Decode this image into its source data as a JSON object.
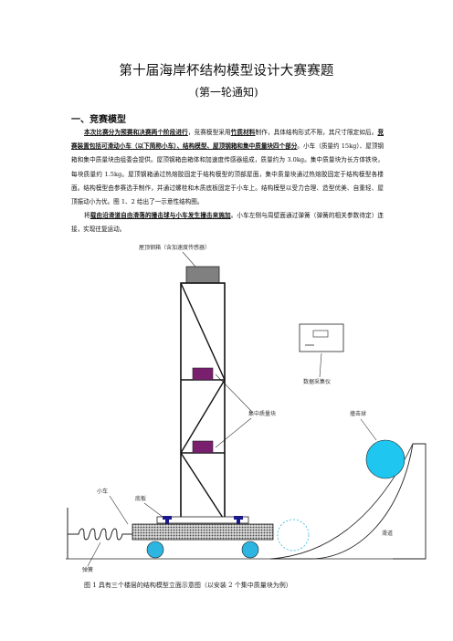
{
  "doc": {
    "title": "第十届海岸杯结构模型设计大赛赛题",
    "subtitle": "(第一轮通知)",
    "section1": "一、竞赛模型",
    "p1": {
      "s1": "本次比赛分为预赛和决赛两个阶段进行",
      "s2": "，竞赛模型采用",
      "s3": "竹质材料",
      "s4": "制作，具体结构形式不限，其尺寸限定如后。",
      "s5": "竞赛装置包括可滑动小车（以下简称小车）、结构模型、屋顶钢箱和集中质量块四个部分",
      "s6": "。小车（质量约 15kg）、屋顶钢箱和集中质量块由组委会提供。屋顶钢箱由箱体和加速度传感器组成，质量约为 3.0kg。集中质量块为长方体铁块，每块质量约 1.5kg。屋顶钢箱通过热熔胶固定于结构模型的顶部屋面，集中质量块通过热熔胶固定于结构模型各楼面。结构模型由参赛选手制作，并通过螺栓和木质底板固定于小车上。结构模型以受力合理、造型优美、自重轻、屋顶振动小为优。图 1、2 给出了一示意性结构图。"
    },
    "p2": {
      "s1": "将",
      "s2": "载由沿滑道自由滑落的撞击球与小车发生撞击来施加",
      "s3": "。小车左侧与周壁面通过弹簧（弹簧的相关参数待定）连接，实现往复运动。"
    },
    "figure": {
      "label_roof_box": "屋顶钢箱（含加速度传感器）",
      "label_daq": "数据采集仪",
      "label_mass": "集中质量块",
      "label_ball": "撞击球",
      "label_cart": "小车",
      "label_base": "底板",
      "label_track": "滑道",
      "label_spring": "弹簧",
      "colors": {
        "box": "#808080",
        "mass": "#7a1f6e",
        "bolt": "#1a1a8c",
        "ball": "#1fc6f0",
        "wheel": "#2bb5e0",
        "cart": "#555555"
      }
    },
    "caption": "图 1   具有三个楼层的结构模型立面示意图（以安装 2 个集中质量块为例）"
  }
}
